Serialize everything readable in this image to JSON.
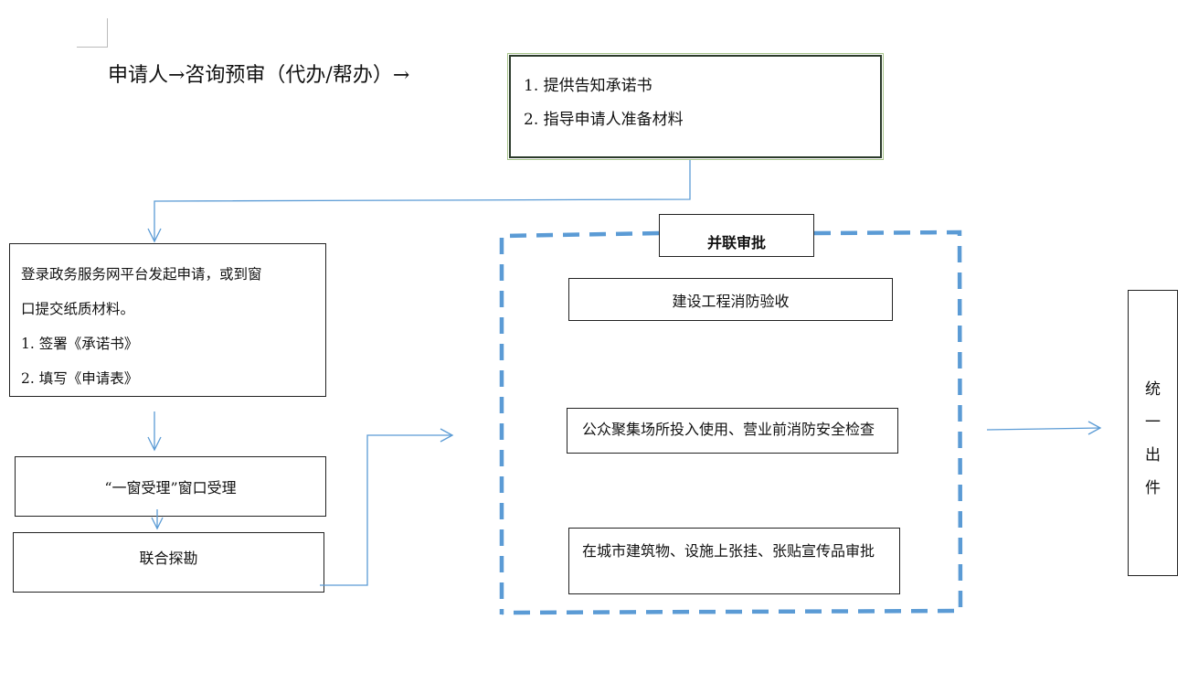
{
  "header": {
    "flow_text": "申请人→咨询预审（代办/帮办）→"
  },
  "consult_box": {
    "items": [
      "1. 提供告知承诺书",
      "2. 指导申请人准备材料"
    ]
  },
  "apply_box": {
    "line1": "登录政务服务网平台发起申请，或到窗",
    "line2": "口提交纸质材料。",
    "items": [
      "1. 签署《承诺书》",
      "2. 填写《申请表》"
    ]
  },
  "window_box": {
    "label": "“一窗受理”窗口受理"
  },
  "survey_box": {
    "label": "联合探勘"
  },
  "parallel": {
    "title": "并联审批",
    "items": [
      "建设工程消防验收",
      "公众聚集场所投入使用、营业前消防安全检查",
      "在城市建筑物、设施上张挂、张贴宣传品审批"
    ]
  },
  "output_box": {
    "chars": [
      "统",
      "一",
      "出",
      "件"
    ]
  },
  "colors": {
    "arrow": "#5b9bd5",
    "dashed_border": "#5b9bd5",
    "box_border": "#222222"
  }
}
